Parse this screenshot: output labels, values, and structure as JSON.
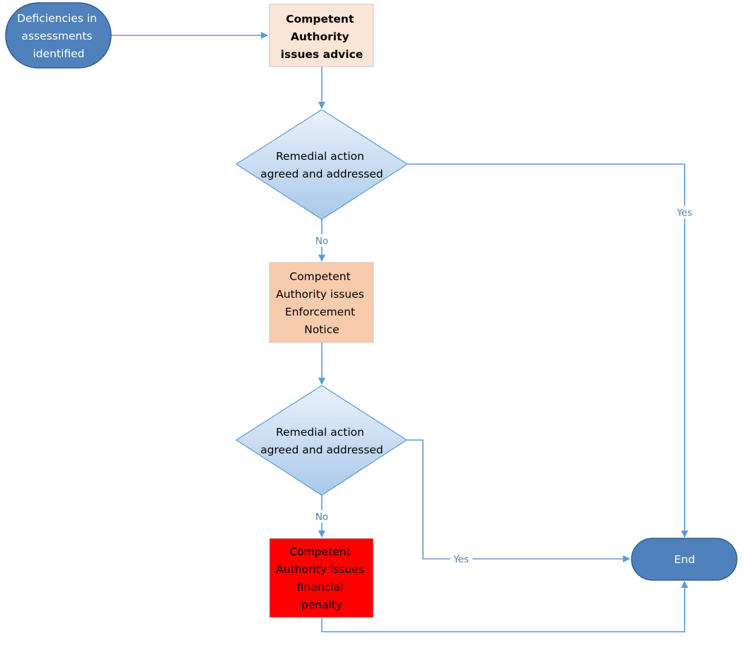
{
  "colors": {
    "connector": "#5b9bd5",
    "terminator_fill": "#4f81bd",
    "terminator_stroke": "#2f5f8f",
    "advice_fill": "#fbe5d6",
    "enforcement_fill": "#f8cbad",
    "penalty_fill": "#ff0000",
    "decision_top": "#eaf2fb",
    "decision_bottom": "#a9c8ea",
    "box_stroke": "#c9c9c9",
    "label_color": "#4f81bd"
  },
  "nodes": {
    "start": {
      "lines": [
        "Deficiencies in",
        "assessments",
        "identified"
      ],
      "shape": "terminator"
    },
    "advice": {
      "lines": [
        "Competent",
        "Authority",
        "issues advice"
      ],
      "shape": "process",
      "bold": true
    },
    "decision1": {
      "lines": [
        "Remedial action",
        "agreed and addressed"
      ],
      "shape": "decision"
    },
    "enforcement": {
      "lines": [
        "Competent",
        "Authority issues",
        "Enforcement",
        "Notice"
      ],
      "shape": "process"
    },
    "decision2": {
      "lines": [
        "Remedial action",
        "agreed and addressed"
      ],
      "shape": "decision"
    },
    "penalty": {
      "lines": [
        "Competent",
        "Authority issues",
        "financial",
        "penalty"
      ],
      "shape": "process"
    },
    "end": {
      "lines": [
        "End"
      ],
      "shape": "terminator"
    }
  },
  "edges": {
    "d1_no": "No",
    "d1_yes": "Yes",
    "d2_no": "No",
    "d2_yes": "Yes"
  }
}
